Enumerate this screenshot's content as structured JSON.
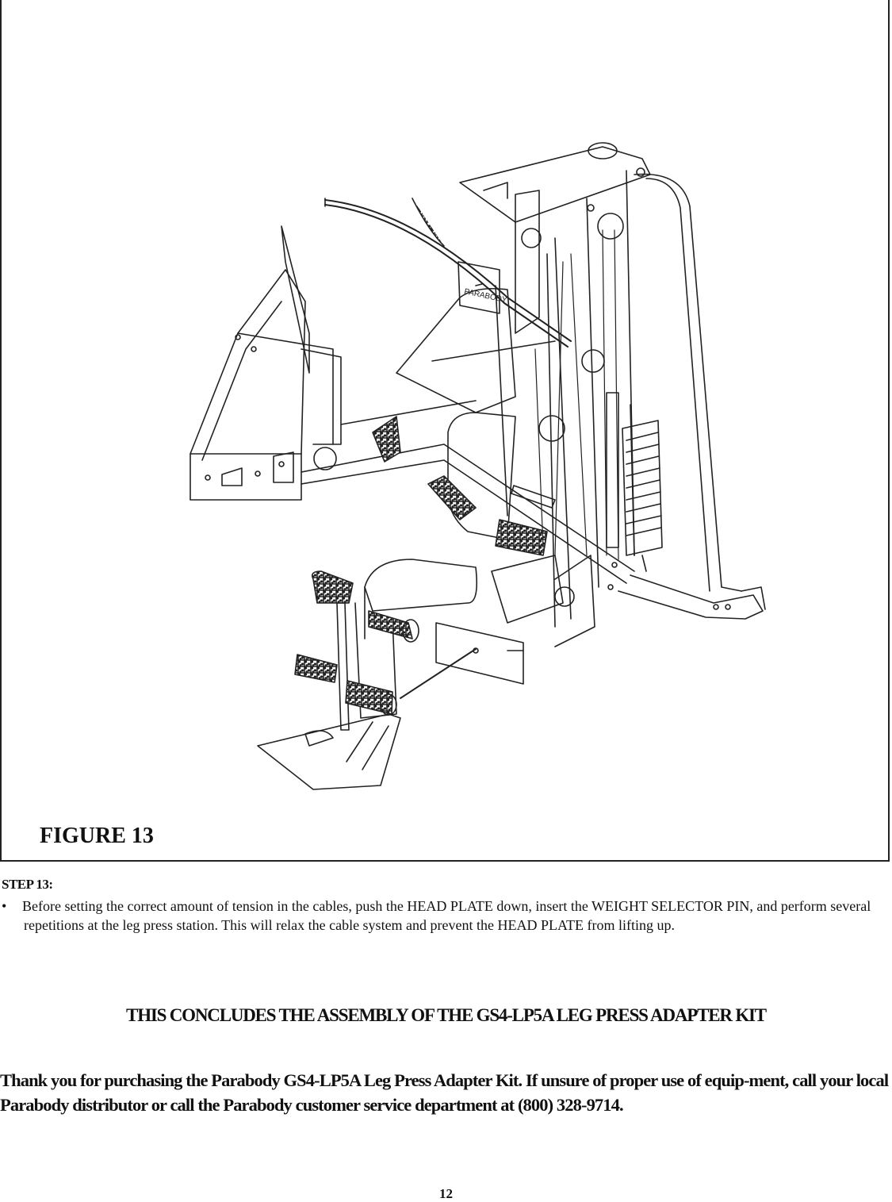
{
  "figure": {
    "caption": "FIGURE 13",
    "brand_marks": [
      "PARABODY",
      "PARABODY"
    ]
  },
  "step": {
    "label": "STEP 13:",
    "bullet": "•",
    "text": "Before setting the correct amount of tension in the cables, push the HEAD PLATE down, insert the WEIGHT SELECTOR PIN, and perform several repetitions at the leg press station. This will relax the cable system and prevent the HEAD PLATE from lifting up."
  },
  "conclusion": "THIS CONCLUDES THE ASSEMBLY OF THE GS4-LP5A LEG PRESS ADAPTER KIT",
  "thanks": "Thank you for purchasing the Parabody GS4-LP5A Leg Press Adapter Kit. If unsure of proper use of equip-ment, call your local Parabody distributor or call the Parabody customer service department at (800) 328-9714.",
  "page_number": "12"
}
